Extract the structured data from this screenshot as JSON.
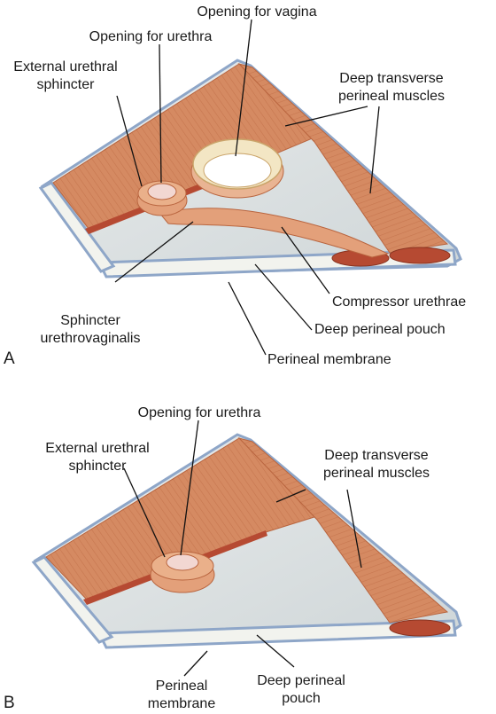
{
  "panel_a": {
    "panel_label": "A",
    "labels": {
      "opening_vagina": "Opening for vagina",
      "opening_urethra": "Opening for urethra",
      "ext_sphincter_1": "External urethral",
      "ext_sphincter_2": "sphincter",
      "deep_transverse_1": "Deep transverse",
      "deep_transverse_2": "perineal muscles",
      "compressor": "Compressor urethrae",
      "sphincter_uv_1": "Sphincter",
      "sphincter_uv_2": "urethrovaginalis",
      "deep_pouch": "Deep perineal pouch",
      "perineal_membrane": "Perineal membrane"
    }
  },
  "panel_b": {
    "panel_label": "B",
    "labels": {
      "opening_urethra": "Opening for urethra",
      "ext_sphincter_1": "External urethral",
      "ext_sphincter_2": "sphincter",
      "deep_transverse_1": "Deep transverse",
      "deep_transverse_2": "perineal muscles",
      "perineal_membrane_1": "Perineal",
      "perineal_membrane_2": "membrane",
      "deep_pouch_1": "Deep perineal",
      "deep_pouch_2": "pouch"
    }
  },
  "colors": {
    "muscle": "#d58a62",
    "muscle_dark": "#b9653f",
    "muscle_light": "#e9b493",
    "membrane": "#dfe4e4",
    "membrane_edge": "#8ea6c8",
    "rim": "#f2f3ee",
    "ring": "#f3e6c4",
    "cut_surface": "#b64a32"
  }
}
